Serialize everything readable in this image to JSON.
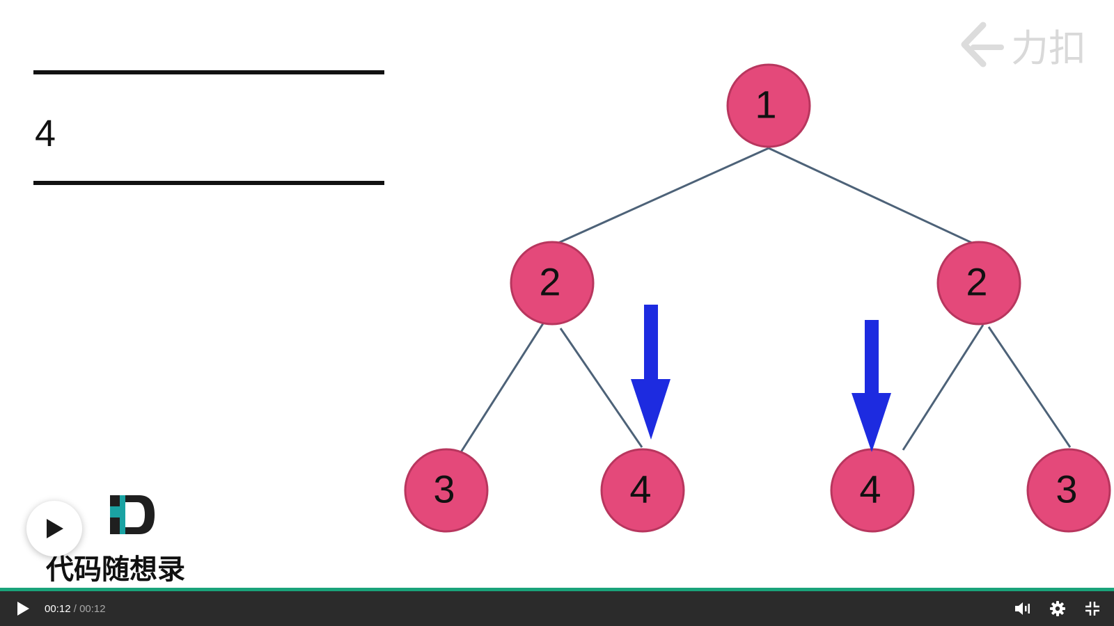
{
  "player": {
    "current_time": "00:12",
    "separator": " / ",
    "duration": "00:12",
    "progress": 1.0,
    "accent_color": "#1aa37a"
  },
  "slide": {
    "queue": {
      "values": [
        "4"
      ]
    },
    "tree": {
      "nodes": [
        {
          "id": "root",
          "label": "1"
        },
        {
          "id": "left",
          "label": "2"
        },
        {
          "id": "right",
          "label": "2"
        },
        {
          "id": "left-left",
          "label": "3"
        },
        {
          "id": "left-right",
          "label": "4"
        },
        {
          "id": "right-left",
          "label": "4"
        },
        {
          "id": "right-right",
          "label": "3"
        }
      ],
      "node_color": "#e4497a",
      "arrow_color": "#1d2be0"
    },
    "watermark": "力扣",
    "brand": {
      "logo_letter": "D",
      "name": "代码随想录"
    }
  },
  "icons": {
    "big_play": "play-icon",
    "play": "play-icon",
    "volume": "volume-icon",
    "settings": "gear-icon",
    "fullscreen": "exit-fullscreen-icon",
    "watermark_logo": "leetcode-logo-icon"
  }
}
